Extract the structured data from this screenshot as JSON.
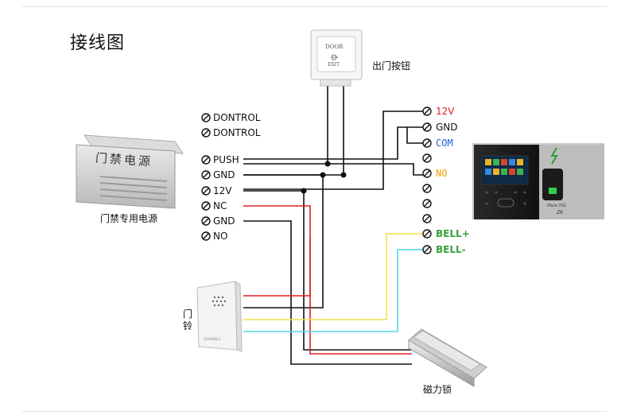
{
  "diagram": {
    "title": "接线图",
    "power_supply": {
      "face_text": "门禁电源",
      "caption": "门禁专用电源"
    },
    "exit_button": {
      "face_top": "DOOR",
      "face_bottom": "EXIT",
      "caption": "出门按钮"
    },
    "doorbell": {
      "caption": "门铃",
      "logo": "DOORBELL"
    },
    "magnetic_lock": {
      "caption": "磁力锁"
    },
    "reader": {
      "brand": "ZK",
      "model": "iFace 702"
    },
    "power_terminals": [
      "DONTROL",
      "DONTROL",
      "PUSH",
      "GND",
      "12V",
      "NC",
      "GND",
      "NO"
    ],
    "controller_terminals": [
      {
        "label": "12V",
        "color": "#e02020"
      },
      {
        "label": "GND",
        "color": "#111111"
      },
      {
        "label": "COM",
        "color": "#1f5fd6"
      },
      {
        "label": "",
        "color": "#111111"
      },
      {
        "label": "NO",
        "color": "#f2a000"
      },
      {
        "label": "",
        "color": "#111111"
      },
      {
        "label": "",
        "color": "#111111"
      },
      {
        "label": "",
        "color": "#111111"
      },
      {
        "label": "BELL+",
        "color": "#3aa03a"
      },
      {
        "label": "BELL-",
        "color": "#3aa03a"
      }
    ],
    "wire_colors": {
      "black": "#111111",
      "red": "#e02020",
      "yellow": "#f2e04a",
      "cyan": "#52d6e6"
    }
  }
}
